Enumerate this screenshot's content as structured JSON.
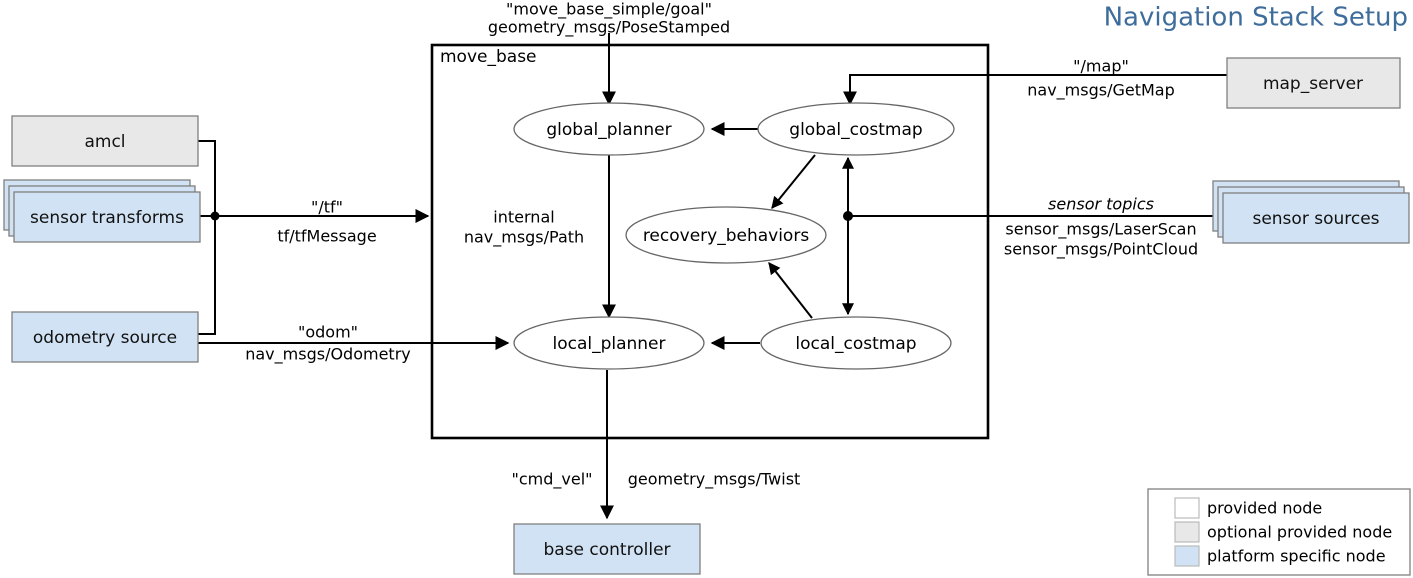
{
  "title": "Navigation Stack Setup",
  "colors": {
    "title": "#3e6d9c",
    "provided_node": "#ffffff",
    "optional_provided_node": "#e8e8e8",
    "platform_specific_node": "#d0e2f3",
    "node_border": "#7f7f7f",
    "edge": "#000000",
    "ellipse_border": "#666666"
  },
  "container": {
    "label": "move_base"
  },
  "nodes": {
    "amcl": "amcl",
    "sensor_transforms": "sensor transforms",
    "odometry_source": "odometry source",
    "map_server": "map_server",
    "sensor_sources": "sensor sources",
    "base_controller": "base controller"
  },
  "components": {
    "global_planner": "global_planner",
    "global_costmap": "global_costmap",
    "recovery_behaviors": "recovery_behaviors",
    "local_planner": "local_planner",
    "local_costmap": "local_costmap"
  },
  "edges": {
    "goal_topic": "\"move_base_simple/goal\"",
    "goal_type": "geometry_msgs/PoseStamped",
    "tf_topic": "\"/tf\"",
    "tf_type": "tf/tfMessage",
    "odom_topic": "\"odom\"",
    "odom_type": "nav_msgs/Odometry",
    "internal_label": "internal",
    "internal_type": "nav_msgs/Path",
    "map_topic": "\"/map\"",
    "map_type": "nav_msgs/GetMap",
    "sensor_topic": "sensor topics",
    "sensor_type_1": "sensor_msgs/LaserScan",
    "sensor_type_2": "sensor_msgs/PointCloud",
    "cmdvel_topic": "\"cmd_vel\"",
    "cmdvel_type": "geometry_msgs/Twist"
  },
  "legend": {
    "items": [
      {
        "label": "provided node",
        "swatch": "#ffffff"
      },
      {
        "label": "optional provided node",
        "swatch": "#e8e8e8"
      },
      {
        "label": "platform specific node",
        "swatch": "#d0e2f3"
      }
    ]
  }
}
